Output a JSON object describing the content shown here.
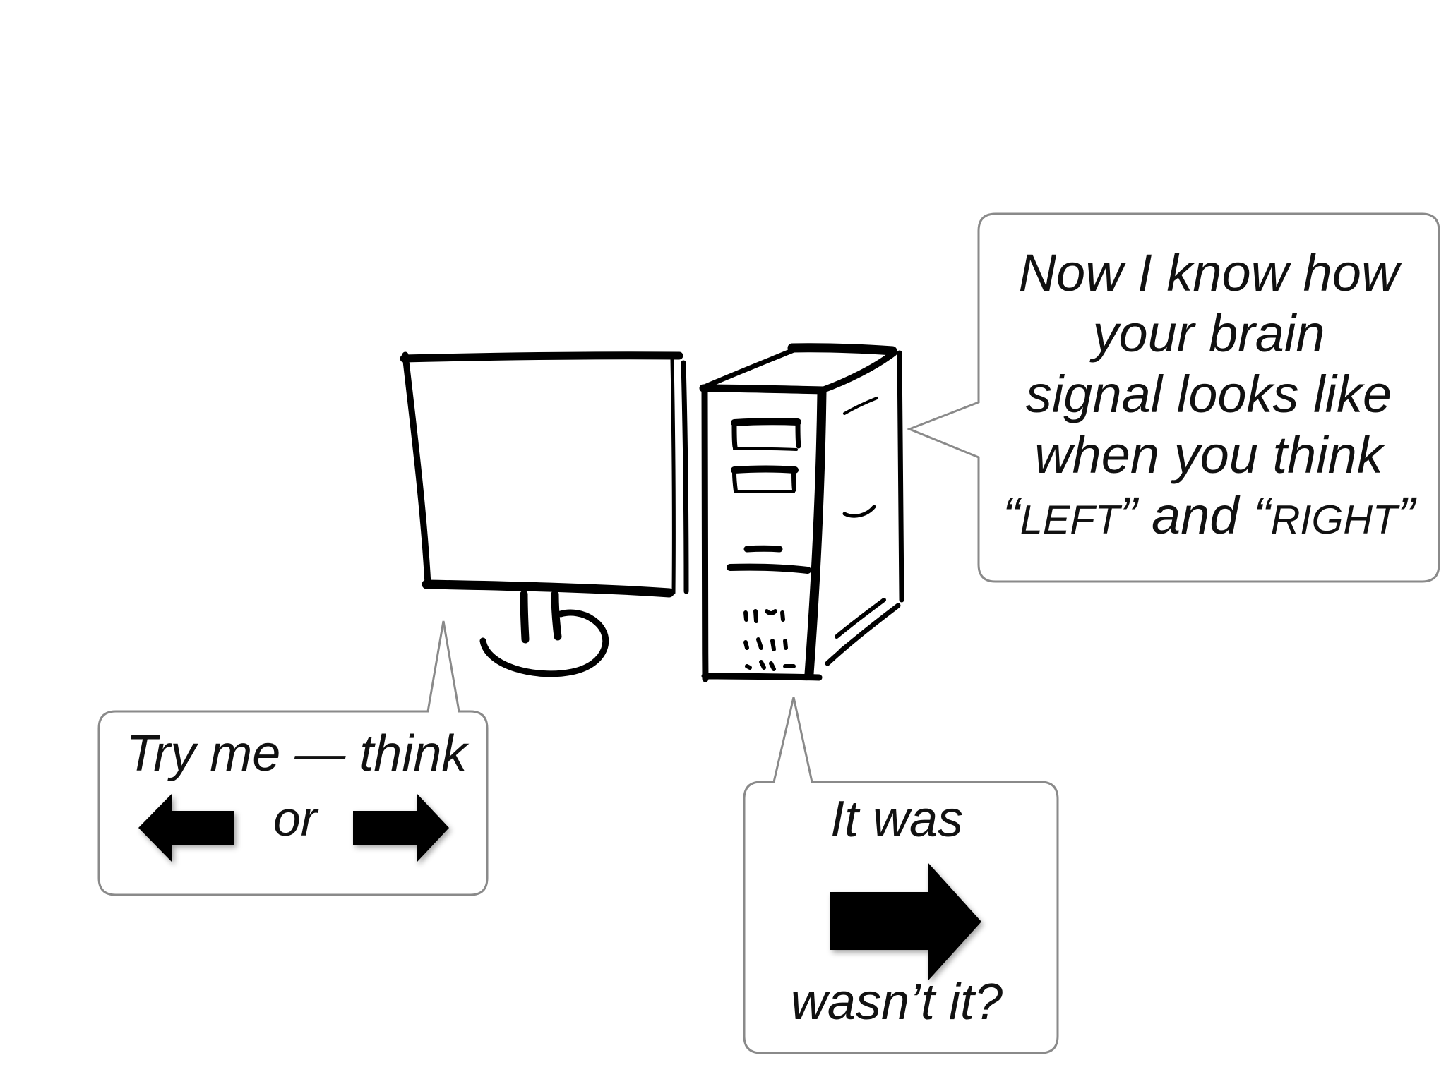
{
  "bubbles": {
    "computer": {
      "line1": "Now I know how",
      "line2": "your brain",
      "line3": "signal looks like",
      "line4": "when you think",
      "line5_open_quote": "“",
      "line5_left": "LEFT",
      "line5_mid": "” and “",
      "line5_right": "RIGHT",
      "line5_close_quote": "”"
    },
    "try_me": {
      "line1": "Try me — think",
      "or": "or"
    },
    "result": {
      "line1": "It was",
      "line2": "wasn’t it?"
    }
  },
  "icons": {
    "try_me_left": "left-arrow-icon",
    "try_me_right": "right-arrow-icon",
    "result": "right-arrow-icon",
    "monitor": "monitor-icon",
    "tower": "computer-tower-icon"
  },
  "colors": {
    "bubble_border": "#8a8a8a",
    "ink": "#000000",
    "background": "#ffffff"
  }
}
